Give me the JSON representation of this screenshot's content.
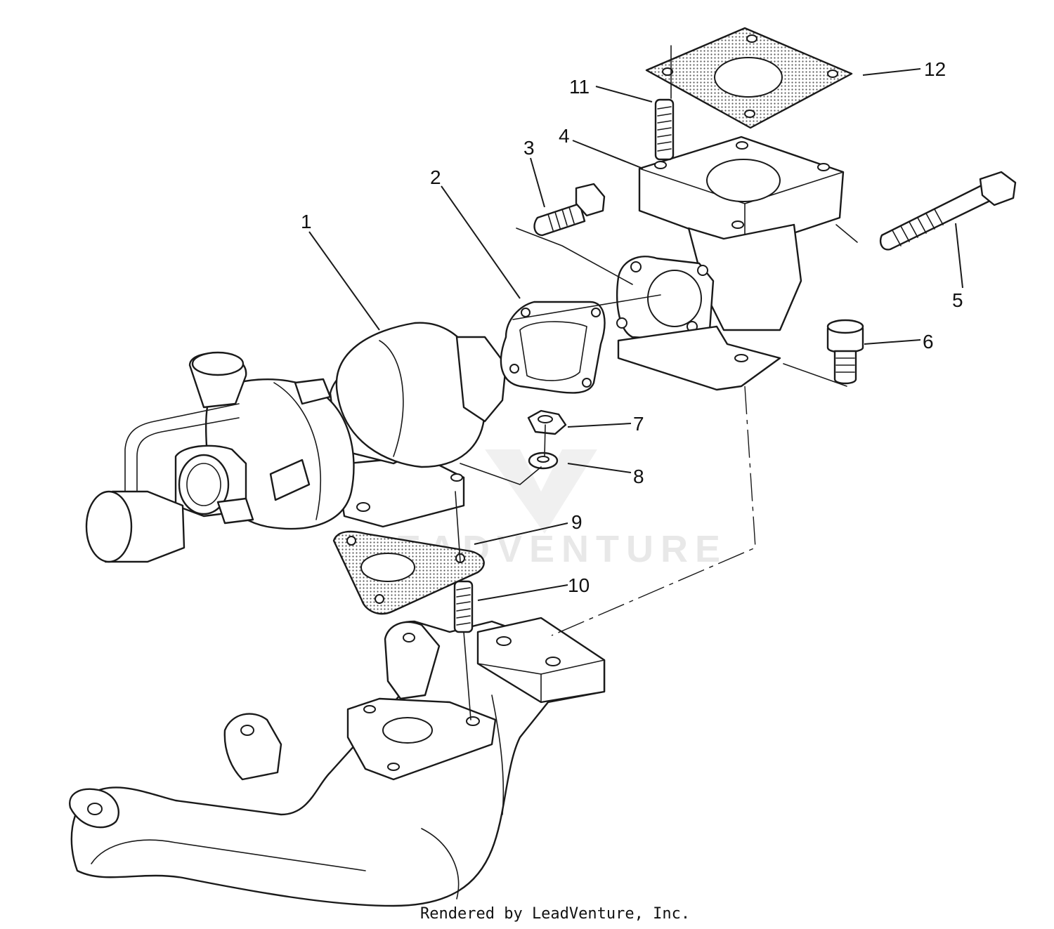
{
  "callouts": [
    {
      "id": "1",
      "label": "1"
    },
    {
      "id": "2",
      "label": "2"
    },
    {
      "id": "3",
      "label": "3"
    },
    {
      "id": "4",
      "label": "4"
    },
    {
      "id": "5",
      "label": "5"
    },
    {
      "id": "6",
      "label": "6"
    },
    {
      "id": "7",
      "label": "7"
    },
    {
      "id": "8",
      "label": "8"
    },
    {
      "id": "9",
      "label": "9"
    },
    {
      "id": "10",
      "label": "10"
    },
    {
      "id": "11",
      "label": "11"
    },
    {
      "id": "12",
      "label": "12"
    }
  ],
  "footer": {
    "credit": "Rendered by LeadVenture, Inc."
  },
  "watermark": {
    "text": "LEADVENTURE",
    "color": "#d7d7d7"
  }
}
